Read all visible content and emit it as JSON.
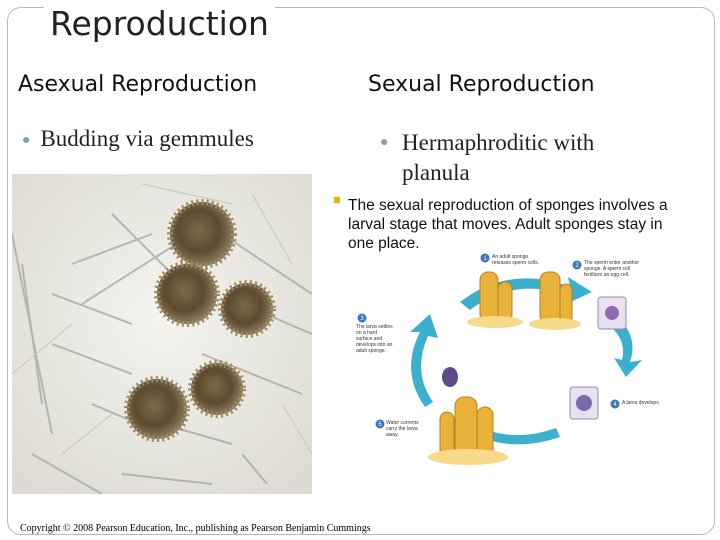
{
  "slide": {
    "title": "Reproduction",
    "left_column": {
      "heading": "Asexual Reproduction",
      "bullets": [
        "Budding  via gemmules"
      ]
    },
    "right_column": {
      "heading": "Sexual Reproduction",
      "bullets": [
        "Hermaphroditic with planula"
      ]
    },
    "diagram": {
      "caption": "The sexual reproduction of sponges involves a larval stage that moves. Adult sponges stay in one place.",
      "steps": [
        {
          "num": "1",
          "text": "An adult sponge releases sperm cells."
        },
        {
          "num": "2",
          "text": "The sperm enter another sponge. A sperm cell fertilizes an egg cell."
        },
        {
          "num": "3",
          "text": "The larva settles on a hard surface and develops into an adult sponge."
        },
        {
          "num": "4",
          "text": "A larva develops."
        },
        {
          "num": "5",
          "text": "Water currents carry the larva away."
        }
      ]
    },
    "copyright": "Copyright © 2008 Pearson Education, Inc., publishing as Pearson Benjamin Cummings"
  },
  "colors": {
    "bullet": "#7aa0b8",
    "arrow": "#29a7c9",
    "sponge": "#e8b23a",
    "step_circle": "#3a79b8"
  }
}
